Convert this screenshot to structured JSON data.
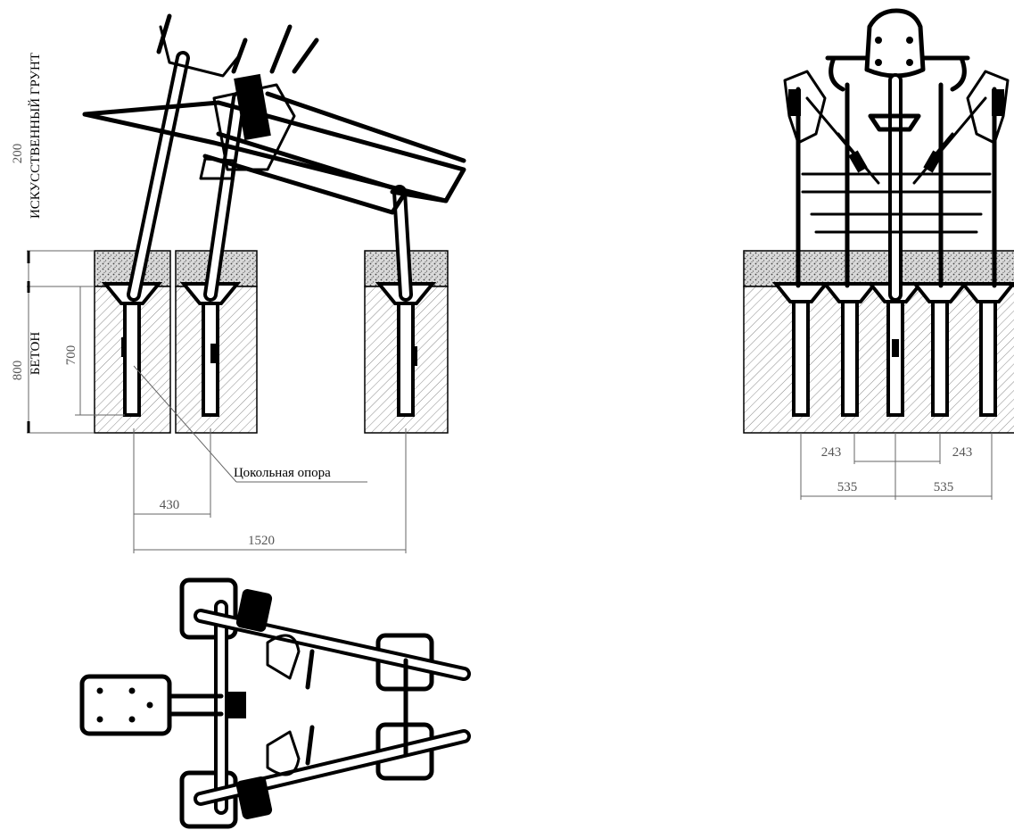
{
  "labels": {
    "artificial_soil": "ИСКУССТВЕННЫЙ ГРУНТ",
    "concrete": "БЕТОН",
    "base_support": "Цокольная опора"
  },
  "dimensions": {
    "soil_depth": "200",
    "concrete_depth": "800",
    "post_depth": "700",
    "post_spacing_short": "430",
    "post_spacing_long": "1520",
    "front_left_inner": "243",
    "front_right_inner": "243",
    "front_left_outer": "535",
    "front_right_outer": "535"
  },
  "colors": {
    "ink": "#000000",
    "dimension": "#666666",
    "concrete_hatch": "#8a8a8a",
    "soil_fill": "#d9d9d9"
  }
}
